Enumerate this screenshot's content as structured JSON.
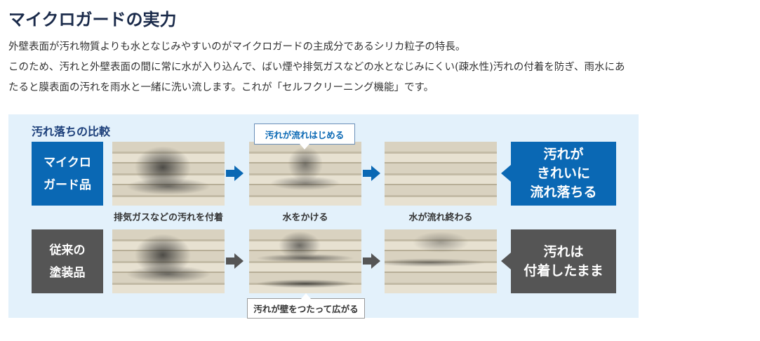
{
  "title": "マイクロガードの実力",
  "paragraphs": [
    "外壁表面が汚れ物質よりも水となじみやすいのがマイクロガードの主成分であるシリカ粒子の特長。",
    "このため、汚れと外壁表面の間に常に水が入り込んで、ばい煙や排気ガスなどの水となじみにくい(疎水性)汚れの付着を防ぎ、雨水にあ",
    "たると膜表面の汚れを雨水と一緒に洗い流します。これが「セルフクリーニング機能」です。"
  ],
  "diagram": {
    "title": "汚れ落ちの比較",
    "rows": [
      {
        "label": "マイクロ\nガード品",
        "result": "汚れが\nきれいに\n流れ落ちる"
      },
      {
        "label": "従来の\n塗装品",
        "result": "汚れは\n付着したまま"
      }
    ],
    "captions": [
      "排気ガスなどの汚れを付着",
      "水をかける",
      "水が流れ終わる"
    ],
    "callout_top": "汚れが流れはじめる",
    "callout_bottom": "汚れが壁をつたって広がる",
    "colors": {
      "blue": "#0a68b4",
      "gray": "#555555",
      "panel": "#e3f1fb"
    }
  }
}
